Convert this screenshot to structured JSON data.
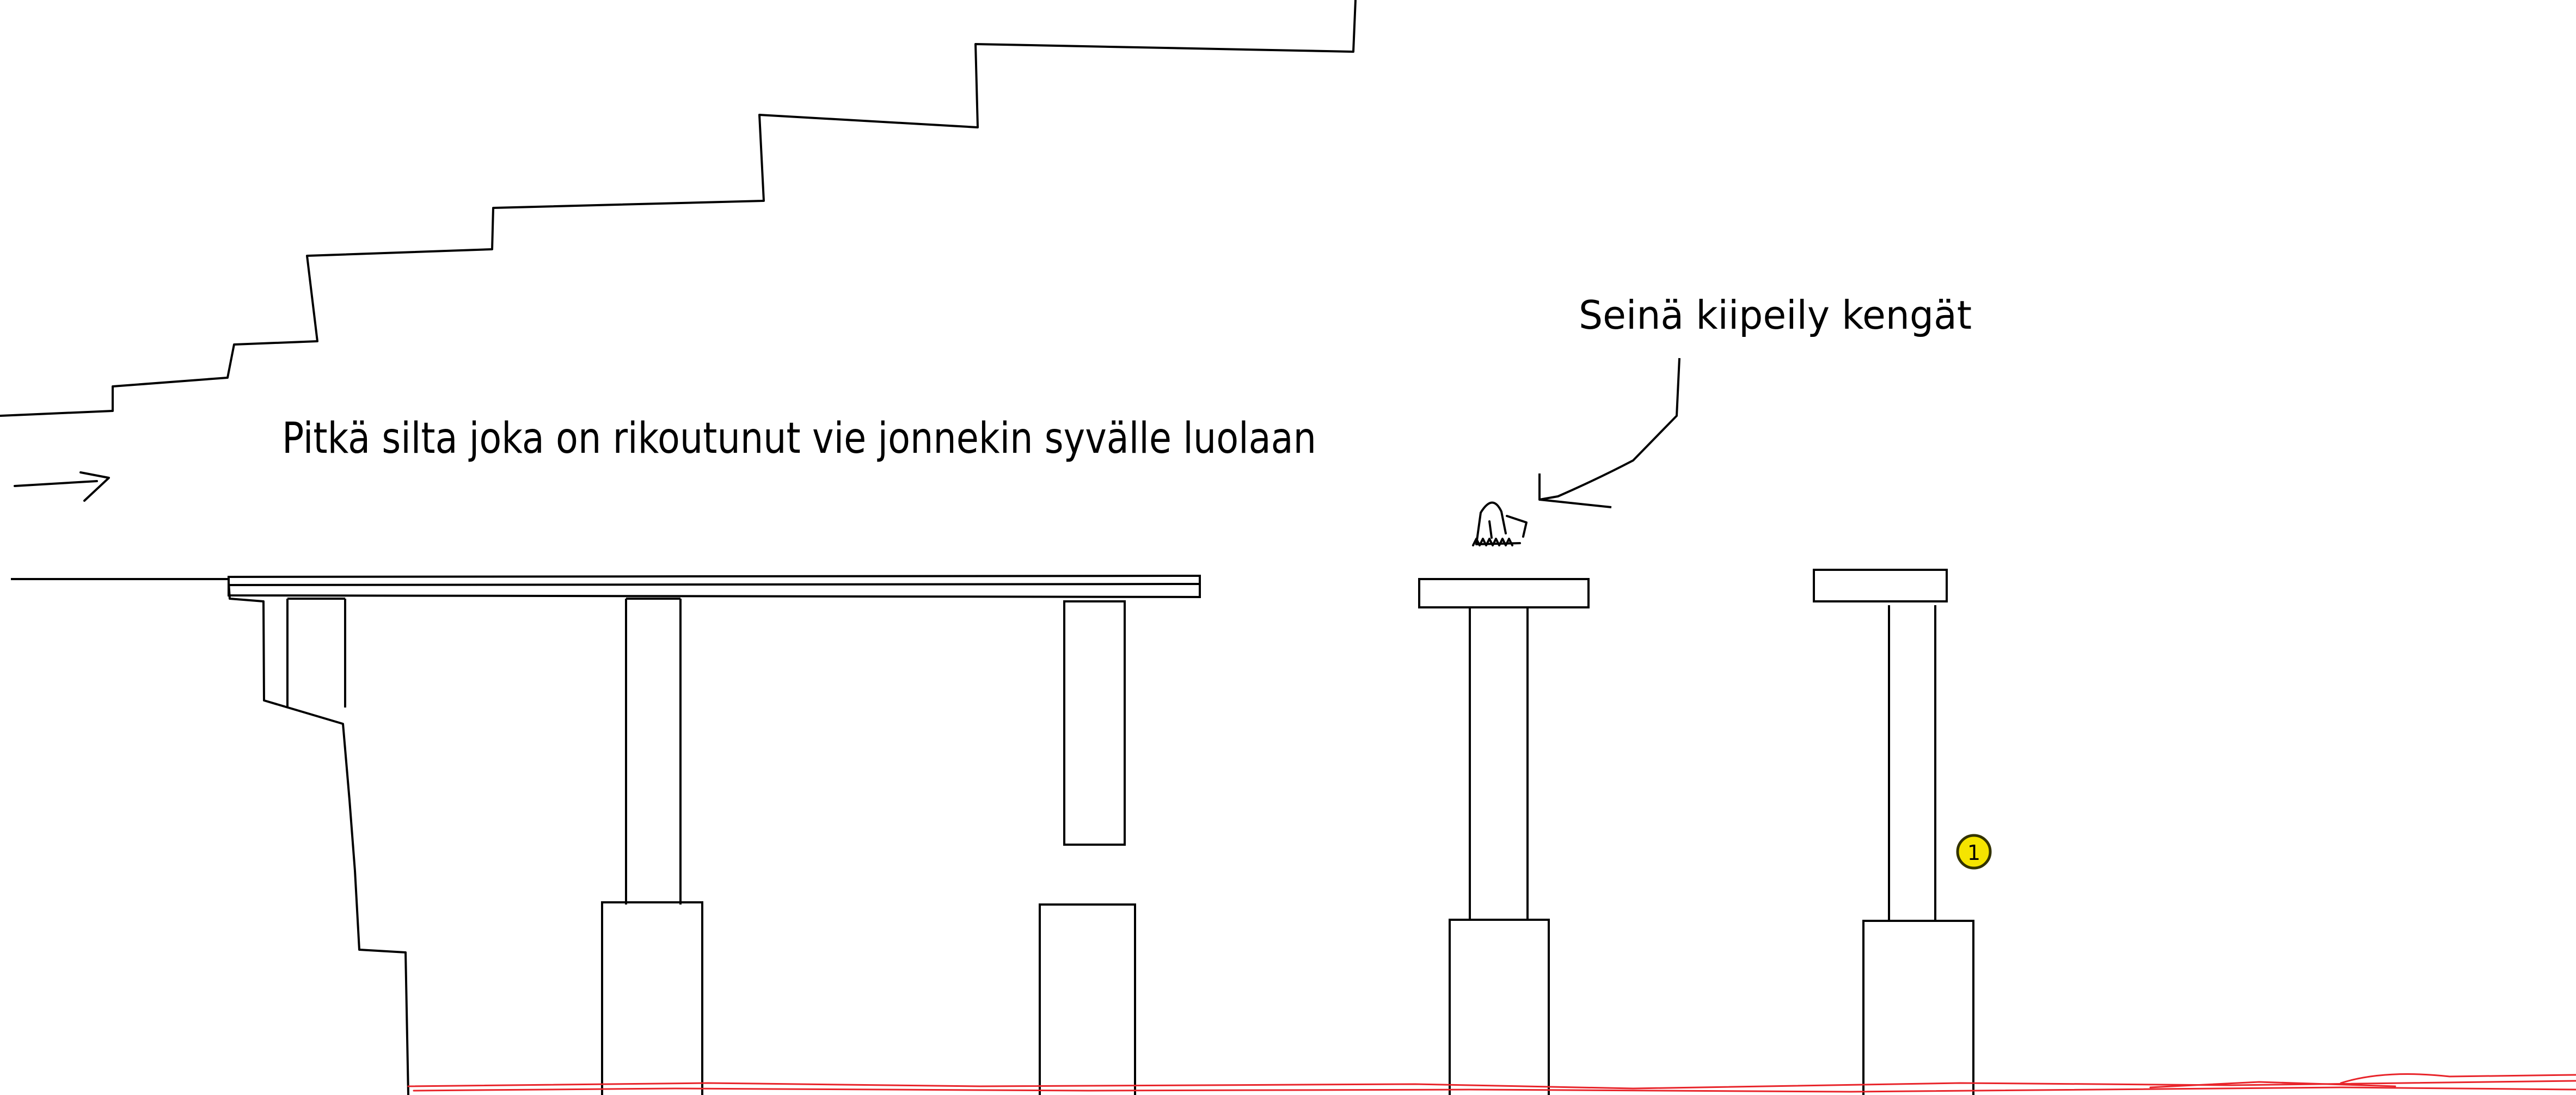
{
  "annotations": {
    "bridge_note": "Pitkä silta joka on rikoutunut vie jonnekin syvälle luolaan",
    "item_note": "Seinä kiipeily kengät"
  },
  "items": {
    "coin_symbol": "1"
  },
  "colors": {
    "ink": "#000000",
    "background": "#ffffff",
    "hazard": "#e8242a",
    "coin_fill": "#f5e400",
    "coin_stroke": "#333300"
  }
}
